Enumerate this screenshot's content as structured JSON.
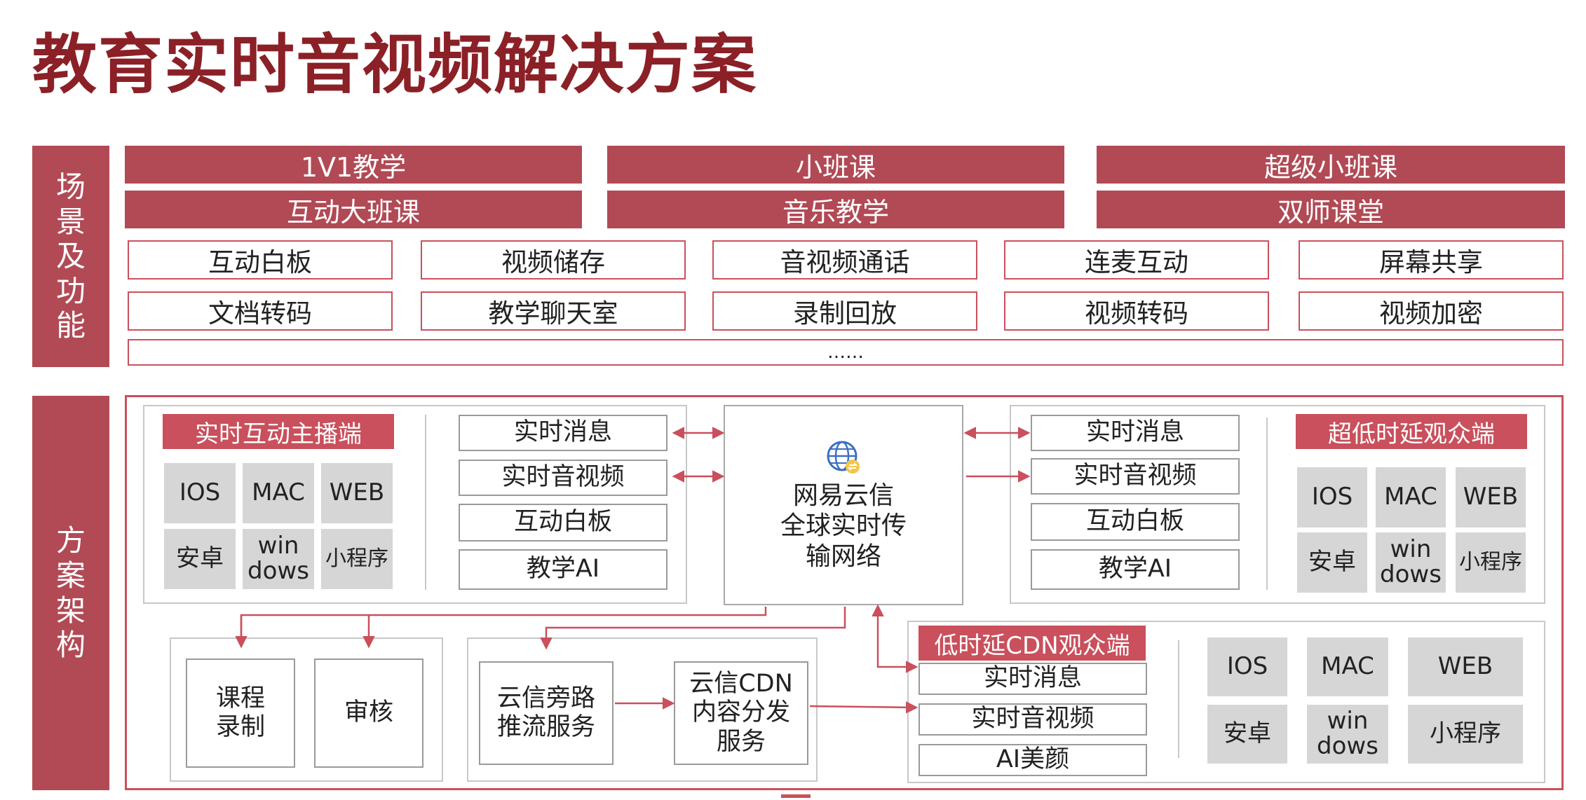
{
  "title": "教育实时音视频解决方案",
  "sections": {
    "scenes_label": [
      "场",
      "景",
      "及",
      "功",
      "能"
    ],
    "arch_label": [
      "方",
      "案",
      "架",
      "构"
    ]
  },
  "scenarios": [
    "1V1教学",
    "小班课",
    "超级小班课",
    "互动大班课",
    "音乐教学",
    "双师课堂"
  ],
  "features": [
    "互动白板",
    "视频储存",
    "音视频通话",
    "连麦互动",
    "屏幕共享",
    "文档转码",
    "教学聊天室",
    "录制回放",
    "视频转码",
    "视频加密"
  ],
  "features_more": "……",
  "architecture": {
    "host": {
      "tag": "实时互动主播端",
      "platforms": [
        "IOS",
        "MAC",
        "WEB",
        "安卓",
        "win\ndows",
        "小程序"
      ],
      "services": [
        "实时消息",
        "实时音视频",
        "互动白板",
        "教学AI"
      ]
    },
    "center": {
      "icon": "globe-network-icon",
      "lines": [
        "网易云信",
        "全球实时传",
        "输网络"
      ]
    },
    "ultra_low": {
      "tag": "超低时延观众端",
      "platforms": [
        "IOS",
        "MAC",
        "WEB",
        "安卓",
        "win\ndows",
        "小程序"
      ],
      "services": [
        "实时消息",
        "实时音视频",
        "互动白板",
        "教学AI"
      ]
    },
    "recording": [
      "课程\n录制",
      "审核"
    ],
    "bypass": "云信旁路\n推流服务",
    "cdn": "云信CDN\n内容分发\n服务",
    "low": {
      "tag": "低时延CDN观众端",
      "services": [
        "实时消息",
        "实时音视频",
        "AI美颜"
      ],
      "platforms": [
        "IOS",
        "MAC",
        "WEB",
        "安卓",
        "win\ndows",
        "小程序"
      ]
    }
  },
  "colors": {
    "title": "#8b2027",
    "primary": "#b14a55",
    "accent": "#c9505c",
    "platform_bg": "#d6d6d6"
  }
}
